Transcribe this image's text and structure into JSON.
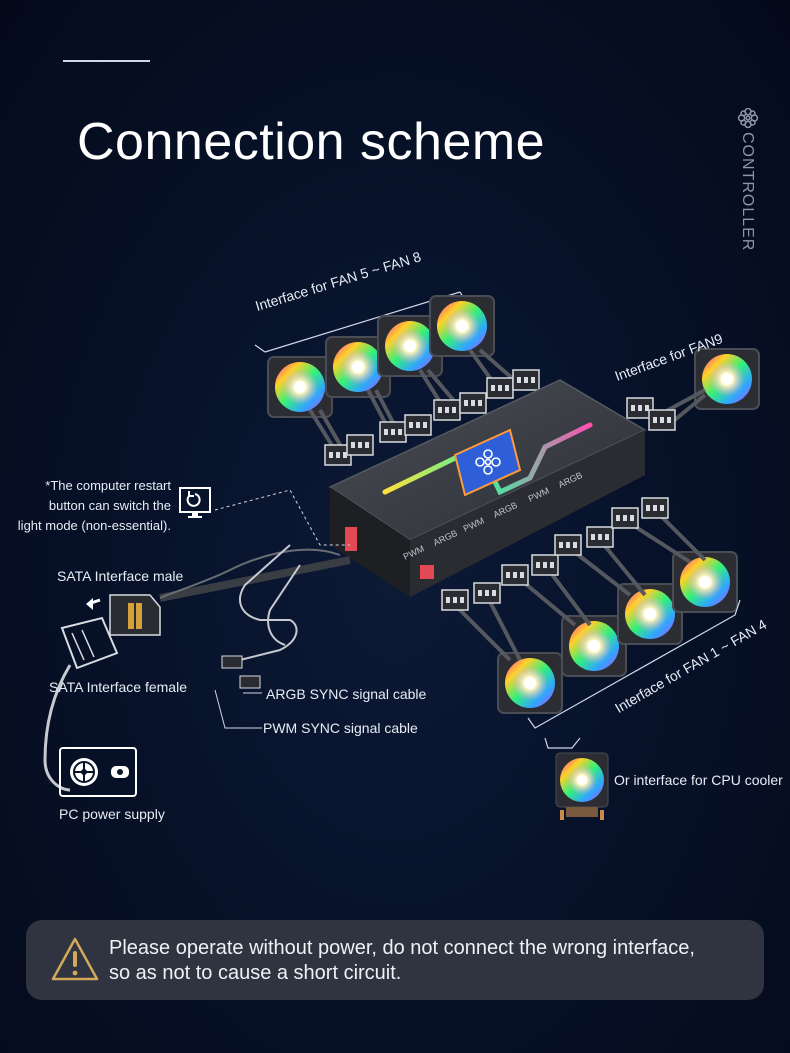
{
  "header": {
    "title": "Connection scheme",
    "side_label": "CONTROLLER"
  },
  "labels": {
    "fan5_8": "Interface for FAN 5 ~ FAN 8",
    "fan9": "Interface for FAN9",
    "fan1_4": "Interface for FAN 1 ~ FAN 4",
    "restart_line1": "*The computer restart",
    "restart_line2": "button can switch the",
    "restart_line3": "light mode  (non-essential).",
    "sata_male": "SATA Interface male",
    "sata_female": "SATA Interface female",
    "argb_sync": "ARGB SYNC signal cable",
    "pwm_sync": "PWM SYNC signal cable",
    "pc_power": "PC power supply",
    "cpu_cooler": "Or interface for CPU cooler"
  },
  "hub_ports": [
    "PWM",
    "ARGB",
    "PWM",
    "ARGB",
    "PWM",
    "ARGB"
  ],
  "warning": {
    "line1": "Please operate without power, do not connect the wrong interface,",
    "line2": "so as not to cause a short circuit."
  },
  "colors": {
    "background": "#07122a",
    "warning_box": "#2f3440",
    "warning_icon": "#d4a85a",
    "hub_body": "#3a3d44",
    "hub_screen": "#2f5fd8"
  },
  "icons": [
    "flower-logo-icon",
    "restart-monitor-icon",
    "psu-fan-icon",
    "psu-socket-icon",
    "warning-triangle-icon"
  ]
}
